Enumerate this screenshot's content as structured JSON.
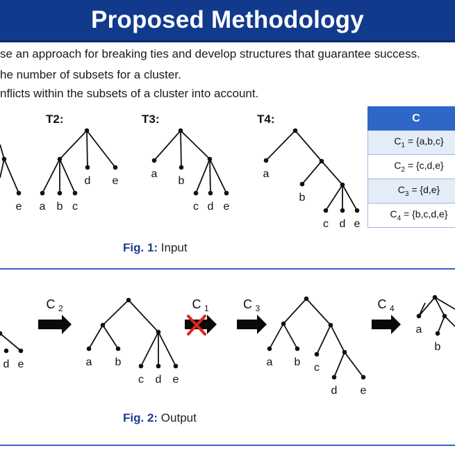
{
  "header": {
    "title": "Proposed Methodology"
  },
  "bullets": [
    "se an approach for breaking ties and develop structures that guarantee success.",
    "he number of subsets for a cluster.",
    "nflicts within the subsets of a cluster into account."
  ],
  "input_trees": [
    {
      "label": "T2:",
      "leaves": [
        "a",
        "b",
        "c",
        "d",
        "e"
      ]
    },
    {
      "label": "T3:",
      "leaves": [
        "a",
        "b",
        "c",
        "d",
        "e"
      ]
    },
    {
      "label": "T4:",
      "leaves": [
        "a",
        "b",
        "c",
        "d",
        "e"
      ]
    }
  ],
  "partial_tree_leaves": [
    "e"
  ],
  "table": {
    "header": "C",
    "rows": [
      {
        "name": "C",
        "sub": "1",
        "set": " = {a,b,c}"
      },
      {
        "name": "C",
        "sub": "2",
        "set": " = {c,d,e}"
      },
      {
        "name": "C",
        "sub": "3",
        "set": " = {d,e}"
      },
      {
        "name": "C",
        "sub": "4",
        "set": " = {b,c,d,e}"
      }
    ]
  },
  "fig1": {
    "num": "Fig. 1:",
    "text": "Input"
  },
  "fig2": {
    "num": "Fig. 2:",
    "text": "Output"
  },
  "output": {
    "steps": [
      {
        "name": "C",
        "sub": "2",
        "failed": false
      },
      {
        "name": "C",
        "sub": "1",
        "failed": true
      },
      {
        "name": "C",
        "sub": "3",
        "failed": false
      },
      {
        "name": "C",
        "sub": "4",
        "failed": false
      }
    ],
    "partial_leaves": [
      "d",
      "e"
    ],
    "tree_a_leaves": [
      "a",
      "b",
      "c",
      "d",
      "e"
    ],
    "tree_b_leaves": [
      "a",
      "b",
      "c",
      "d",
      "e"
    ],
    "tree_c_leaves": [
      "a",
      "b"
    ]
  },
  "colors": {
    "banner": "#123a8c",
    "accent": "#1f3b8f",
    "table_header": "#2e67c8",
    "fail": "#e0231b"
  }
}
